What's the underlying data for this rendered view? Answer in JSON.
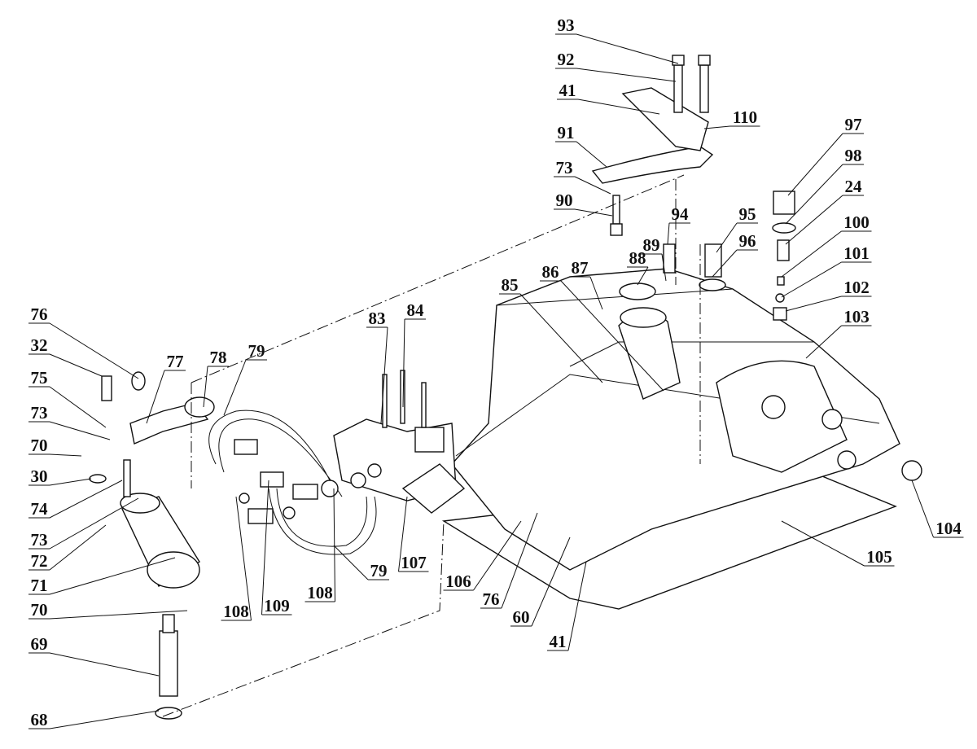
{
  "diagram": {
    "type": "exploded parts diagram",
    "callouts": [
      "93",
      "92",
      "41",
      "110",
      "91",
      "73",
      "90",
      "97",
      "98",
      "24",
      "100",
      "101",
      "102",
      "94",
      "95",
      "96",
      "89",
      "88",
      "87",
      "86",
      "85",
      "103",
      "83",
      "84",
      "76",
      "32",
      "75",
      "73",
      "70",
      "30",
      "74",
      "73",
      "72",
      "71",
      "70",
      "69",
      "68",
      "77",
      "78",
      "79",
      "79",
      "108",
      "109",
      "108",
      "107",
      "106",
      "76",
      "60",
      "41",
      "105",
      "104"
    ]
  }
}
